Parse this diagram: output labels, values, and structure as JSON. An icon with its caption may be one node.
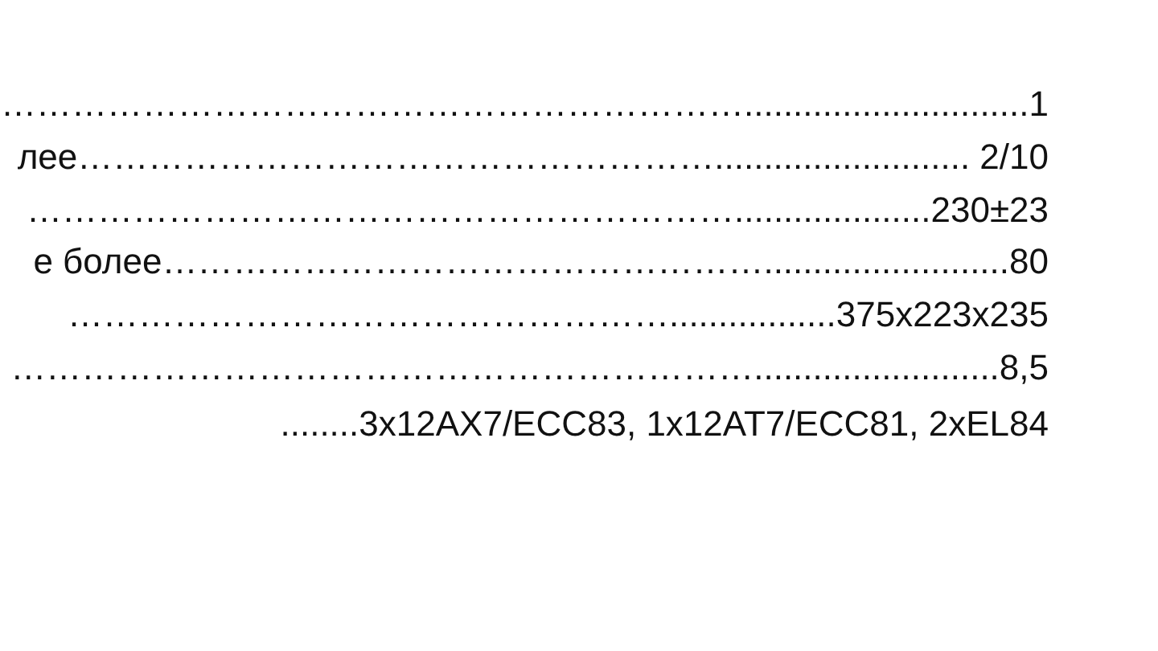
{
  "diagram": {
    "labels": [
      "……………………………………………………….............................1",
      "лее……………………………………………….......................... 2/10",
      "……………………………………………………....................230±23",
      "е более…………………………………………….........................80",
      "…………………………………………….................375x223x235",
      "……………………………………………………….........................8,5",
      "........3x12AX7/ECC83, 1x12AT7/ECC81, 2xEL84"
    ]
  }
}
